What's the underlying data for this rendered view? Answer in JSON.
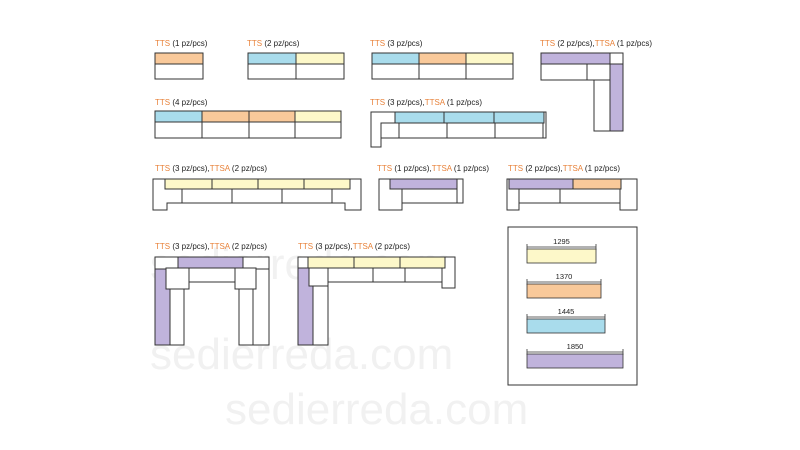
{
  "colors": {
    "cream": "#fdf8c9",
    "orange": "#f9c99a",
    "cyan": "#a9dcec",
    "lavender": "#c0b3dc",
    "outline": "#333333",
    "tts_text": "#e8823a"
  },
  "labels": [
    {
      "tts": "TTS",
      "rest": " (1 pz/pcs)"
    },
    {
      "tts": "TTS",
      "rest": " (2 pz/pcs)"
    },
    {
      "tts": "TTS",
      "rest": " (3 pz/pcs)"
    },
    {
      "tts": "TTS",
      "rest": " (2 pz/pcs),",
      "ttsa": "TTSA",
      "rest2": " (1 pz/pcs)"
    },
    {
      "tts": "TTS",
      "rest": " (4 pz/pcs)"
    },
    {
      "tts": "TTS",
      "rest": " (3 pz/pcs),",
      "ttsa": "TTSA",
      "rest2": " (1 pz/pcs)"
    },
    {
      "tts": "TTS",
      "rest": " (3 pz/pcs),",
      "ttsa": "TTSA",
      "rest2": " (2 pz/pcs)"
    },
    {
      "tts": "TTS",
      "rest": " (1 pz/pcs),",
      "ttsa": "TTSA",
      "rest2": " (1 pz/pcs)"
    },
    {
      "tts": "TTS",
      "rest": " (2 pz/pcs),",
      "ttsa": "TTSA",
      "rest2": " (1 pz/pcs)"
    },
    {
      "tts": "TTS",
      "rest": " (3 pz/pcs),",
      "ttsa": "TTSA",
      "rest2": " (2 pz/pcs)"
    },
    {
      "tts": "TTS",
      "rest": " (3 pz/pcs),",
      "ttsa": "TTSA",
      "rest2": " (2 pz/pcs)"
    }
  ],
  "legend": [
    {
      "size": "1295",
      "color": "cream"
    },
    {
      "size": "1370",
      "color": "orange"
    },
    {
      "size": "1445",
      "color": "cyan"
    },
    {
      "size": "1850",
      "color": "lavender"
    }
  ],
  "watermark": "sedierreda.com"
}
